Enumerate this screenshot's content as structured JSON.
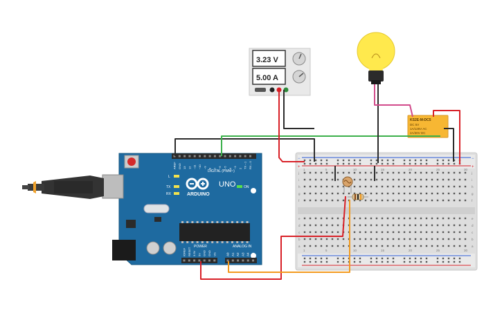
{
  "power_supply": {
    "voltage": "3.23 V",
    "current": "5.00 A"
  },
  "relay": {
    "model": "KS2E-M-DC5",
    "line1": "DC 5V",
    "line2": "1A/125V AC",
    "line3": "2A/30V DC"
  },
  "arduino": {
    "brand": "ARDUINO",
    "model": "UNO",
    "digital_label": "DIGITAL (PWM~)",
    "power_label": "POWER",
    "analog_label": "ANALOG IN",
    "on_label": "ON",
    "led_l": "L",
    "led_tx": "TX",
    "led_rx": "RX",
    "top_pins": [
      "AREF",
      "GND",
      "13",
      "12",
      "~11",
      "~10",
      "~9",
      "8",
      "7",
      "~6",
      "~5",
      "4",
      "~3",
      "2",
      "TX→1",
      "RX←0"
    ],
    "power_pins": [
      "IOREF",
      "RESET",
      "3.3V",
      "5V",
      "GND",
      "GND",
      "Vin"
    ],
    "analog_pins": [
      "A0",
      "A1",
      "A2",
      "A3",
      "A4",
      "A5"
    ]
  },
  "breadboard": {
    "col_numbers": [
      "1",
      "",
      "",
      "",
      "5",
      "",
      "",
      "",
      "",
      "10",
      "",
      "",
      "",
      "",
      "15",
      "",
      "",
      "",
      "",
      "20",
      "",
      "",
      "",
      "",
      "25",
      "",
      "",
      "",
      "",
      "30"
    ],
    "rows_top": [
      "j",
      "i",
      "h",
      "g",
      "f"
    ],
    "rows_bottom": [
      "e",
      "d",
      "c",
      "b",
      "a"
    ]
  },
  "colors": {
    "board": "#1e6aa0",
    "wire_red": "#d81f26",
    "wire_black": "#2b2b2b",
    "wire_green": "#3bb04a",
    "wire_orange": "#f39a1e",
    "wire_pink": "#d14a8a",
    "relay": "#f7b733",
    "bulb": "#ffe94d"
  }
}
